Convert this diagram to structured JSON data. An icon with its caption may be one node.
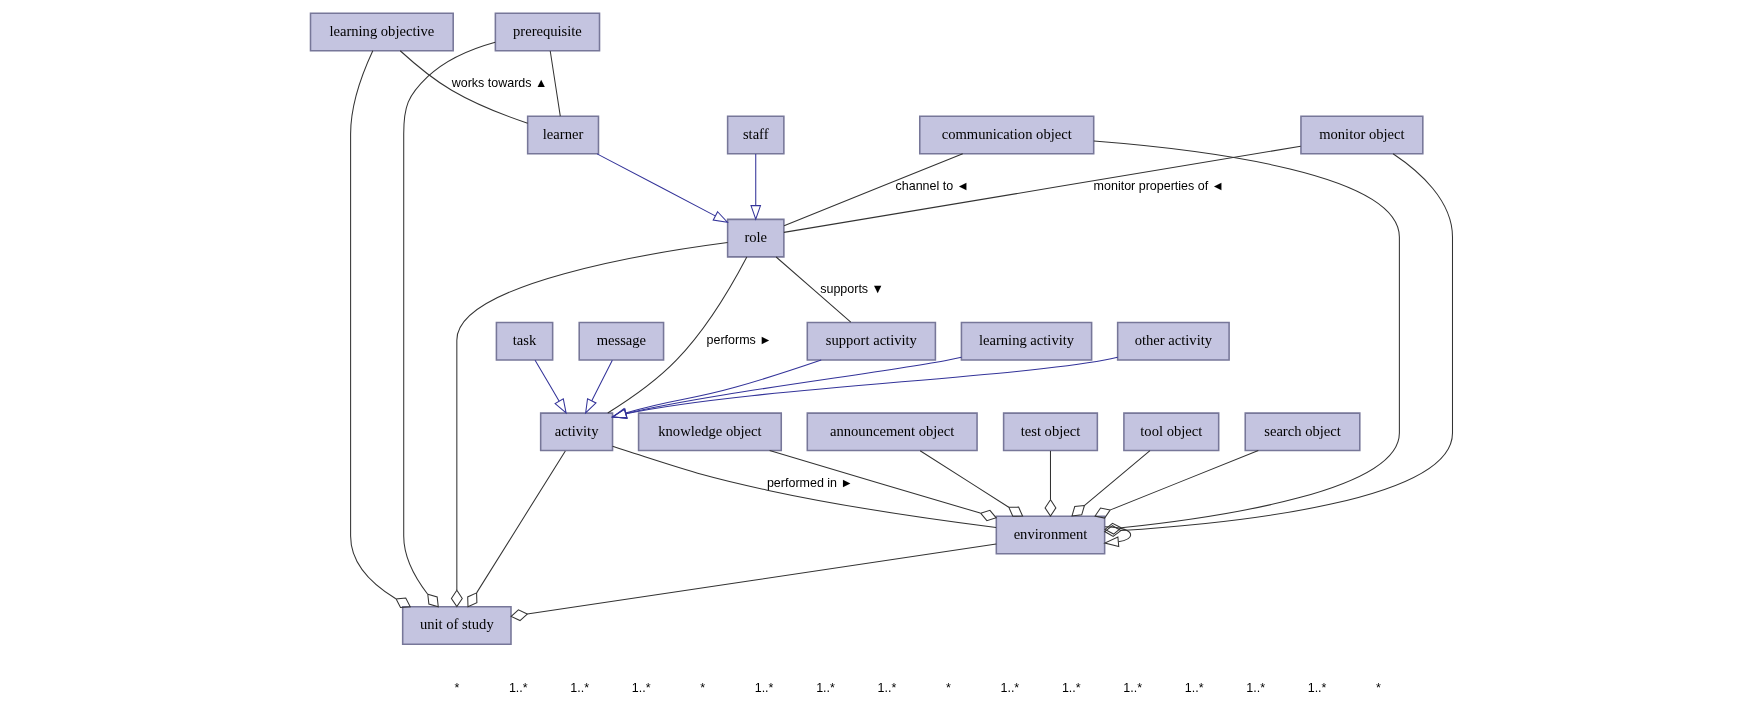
{
  "diagram": {
    "nodes": [
      {
        "text": [
          "learning objective"
        ]
      },
      {
        "text": [
          "unit of study"
        ]
      },
      {
        "text": [
          "knowledge object"
        ]
      },
      {
        "text": [
          "prerequisite"
        ]
      },
      {
        "text": [
          "announcement object"
        ]
      },
      {
        "text": [
          "test object"
        ]
      },
      {
        "text": [
          "task"
        ]
      },
      {
        "text": [
          "message"
        ]
      },
      {
        "text": [
          "role"
        ]
      },
      {
        "text": [
          "activity"
        ]
      },
      {
        "text": [
          "environment"
        ]
      },
      {
        "text": [
          "tool object"
        ]
      },
      {
        "text": [
          "learner"
        ]
      },
      {
        "text": [
          "staff"
        ]
      },
      {
        "text": [
          "support activity"
        ]
      },
      {
        "text": [
          "learning activity"
        ]
      },
      {
        "text": [
          "other activity"
        ]
      },
      {
        "text": [
          "search object"
        ]
      },
      {
        "text": [
          "communication object"
        ]
      },
      {
        "text": [
          "monitor object"
        ]
      }
    ],
    "edges": [
      {
        "from": 0,
        "to": 1,
        "arrow": "other"
      },
      {
        "from": 3,
        "to": 1,
        "arrow": "other"
      },
      {
        "from": 8,
        "to": 1,
        "arrow": "other"
      },
      {
        "from": 9,
        "to": 1,
        "arrow": "other"
      },
      {
        "from": 10,
        "to": 1,
        "arrow": "other"
      },
      {
        "from": 0,
        "to": 12,
        "arrow": "none",
        "label": "works towards ▲"
      },
      {
        "from": 3,
        "to": 12,
        "arrow": "none"
      },
      {
        "from": 12,
        "to": 8,
        "arrow": "to",
        "color": "#333399"
      },
      {
        "from": 13,
        "to": 8,
        "arrow": "to",
        "color": "#333399"
      },
      {
        "from": 8,
        "to": 9,
        "arrow": "none",
        "label": "performs ►"
      },
      {
        "from": 8,
        "to": 14,
        "arrow": "none",
        "label": "supports ▼"
      },
      {
        "from": 6,
        "to": 9,
        "arrow": "to",
        "color": "#333399"
      },
      {
        "from": 7,
        "to": 9,
        "arrow": "to",
        "color": "#333399"
      },
      {
        "from": 14,
        "to": 9,
        "arrow": "to",
        "color": "#333399"
      },
      {
        "from": 15,
        "to": 9,
        "arrow": "to",
        "color": "#333399"
      },
      {
        "from": 16,
        "to": 9,
        "arrow": "to",
        "color": "#333399"
      },
      {
        "from": 9,
        "to": 10,
        "arrow": "none",
        "label": "performed in ►"
      },
      {
        "from": 10,
        "to": 10,
        "arrow": "to"
      },
      {
        "from": 2,
        "to": 10,
        "arrow": "other"
      },
      {
        "from": 4,
        "to": 10,
        "arrow": "other"
      },
      {
        "from": 5,
        "to": 10,
        "arrow": "other"
      },
      {
        "from": 11,
        "to": 10,
        "arrow": "other"
      },
      {
        "from": 17,
        "to": 10,
        "arrow": "other"
      },
      {
        "from": 18,
        "to": 10,
        "arrow": "other"
      },
      {
        "from": 19,
        "to": 10,
        "arrow": "other"
      },
      {
        "from": 18,
        "to": 8,
        "arrow": "none",
        "label": "channel to ◄"
      },
      {
        "from": 19,
        "to": 8,
        "arrow": "none",
        "label": "monitor properties of ◄"
      }
    ],
    "labels": [
      "*",
      "1..*",
      "1..*",
      "1..*",
      "*",
      "1..*",
      "1..*",
      "1..*",
      "*",
      "1..*",
      "1..*",
      "1..*",
      "1..*",
      "1..*",
      "1..*",
      "*"
    ]
  }
}
